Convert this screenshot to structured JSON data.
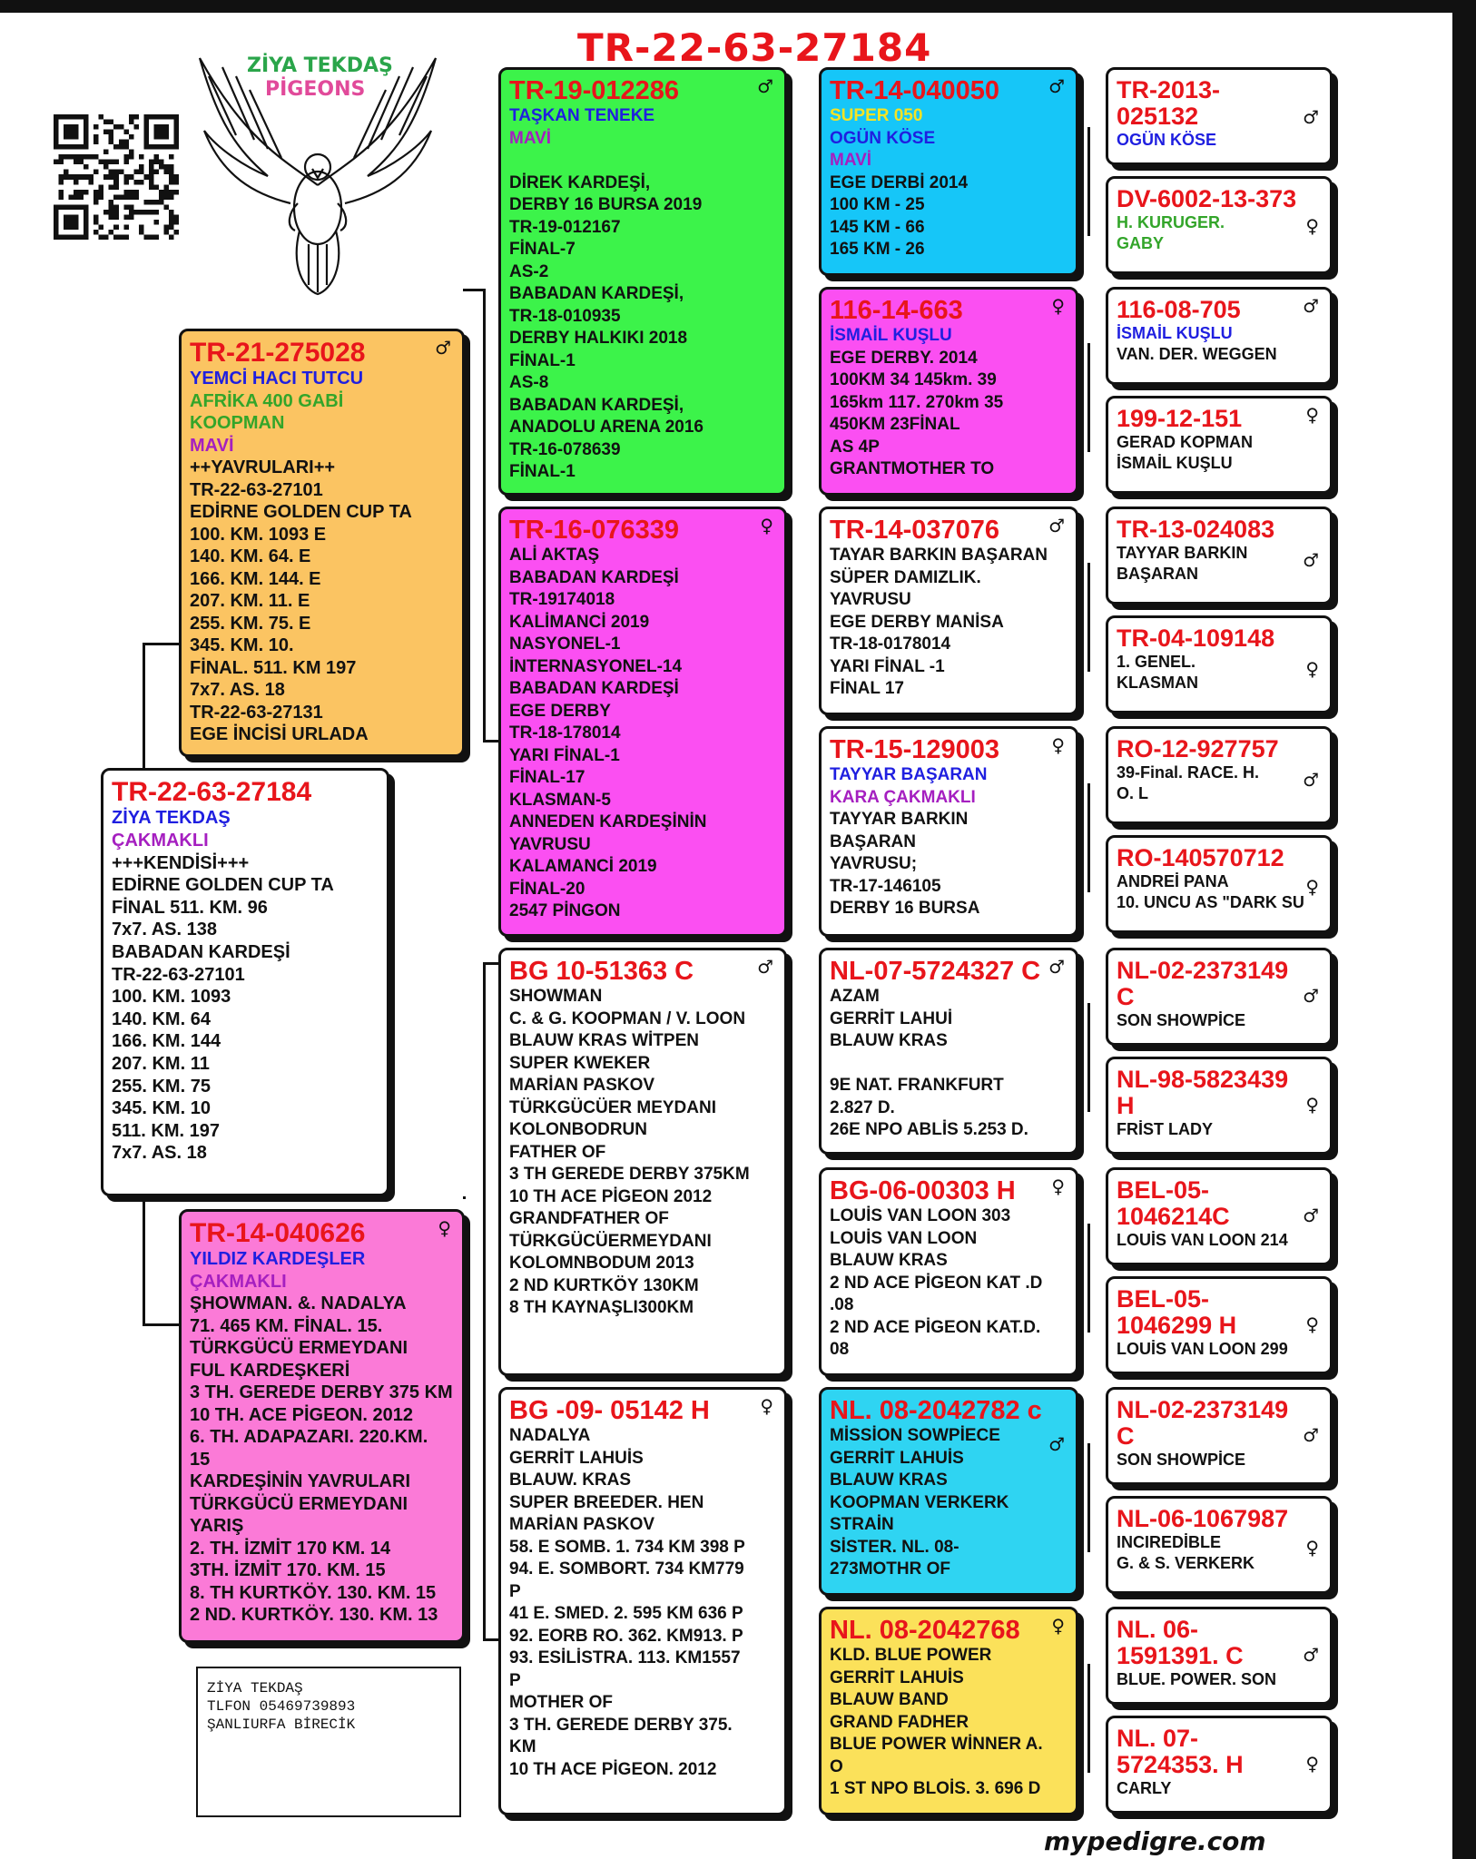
{
  "title": "TR-22-63-27184",
  "logo": {
    "line1": "ZİYA TEKDAŞ",
    "line2": "PİGEONS",
    "icon": "eagle-icon"
  },
  "qr_icon": "qr-code-icon",
  "contact": {
    "name": "ZİYA TEKDAŞ",
    "phone": "TLFON 05469739893",
    "city": "ŞANLIURFA BİRECİK"
  },
  "footer": "mypedigre.com",
  "colors": {
    "red": "#e8151b",
    "blue": "#1f1fe0",
    "purple": "#a51fc0",
    "green_text": "#33a52a"
  },
  "cards": {
    "subject": {
      "id": "TR-22-63-27184",
      "lines": [
        "ZİYA TEKDAŞ",
        "ÇAKMAKLI",
        "+++KENDİSİ+++",
        "EDİRNE GOLDEN CUP TA",
        "FİNAL 511. KM. 96",
        "7x7. AS. 138",
        "BABADAN KARDEŞİ",
        "TR-22-63-27101",
        "100. KM. 1093",
        "140. KM. 64",
        "166. KM. 144",
        "207. KM. 11",
        "255. KM. 75",
        "345. KM. 10",
        "511. KM. 197",
        "7x7. AS. 18"
      ]
    },
    "sire": {
      "id": "TR-21-275028",
      "sex": "♂",
      "lines": [
        "YEMCİ HACI TUTCU",
        "AFRİKA 400 GABİ",
        "KOOPMAN",
        "MAVİ",
        "++YAVRULARI++",
        "TR-22-63-27101",
        "EDİRNE GOLDEN CUP TA",
        "100. KM. 1093 E",
        "140. KM. 64. E",
        "166. KM. 144. E",
        "207. KM. 11. E",
        "255. KM. 75. E",
        "345. KM. 10.",
        "FİNAL. 511. KM 197",
        "7x7. AS. 18",
        "TR-22-63-27131",
        "EGE İNCİSİ URLADA"
      ]
    },
    "dam": {
      "id": "TR-14-040626",
      "sex": "♀",
      "lines": [
        "YILDIZ KARDEŞLER",
        "ÇAKMAKLI",
        "ŞHOWMAN. &. NADALYA",
        "71. 465 KM. FİNAL. 15.",
        "TÜRKGÜCÜ ERMEYDANI",
        "FUL KARDEŞKERİ",
        "3 TH. GEREDE DERBY 375 KM",
        "10 TH. ACE PİGEON. 2012",
        "6. TH. ADAPAZARI. 220.KM.",
        "15",
        "KARDEŞİNİN YAVRULARI",
        "TÜRKGÜCÜ ERMEYDANI",
        "YARIŞ",
        "2. TH. İZMİT 170 KM. 14",
        "3TH. İZMİT 170. KM. 15",
        "8. TH KURTKÖY. 130. KM. 15",
        "2 ND. KURTKÖY. 130. KM. 13"
      ]
    },
    "ss": {
      "id": "TR-19-012286",
      "sex": "♂",
      "lines": [
        "TAŞKAN TENEKE",
        "MAVİ",
        "",
        "DİREK KARDEŞİ,",
        "DERBY 16 BURSA 2019",
        "TR-19-012167",
        "FİNAL-7",
        "AS-2",
        "BABADAN KARDEŞİ,",
        "TR-18-010935",
        "DERBY HALKIKI 2018",
        "FİNAL-1",
        "AS-8",
        "BABADAN KARDEŞİ,",
        "ANADOLU ARENA 2016",
        "TR-16-078639",
        "FİNAL-1"
      ]
    },
    "sd": {
      "id": "TR-16-076339",
      "sex": "♀",
      "lines": [
        "ALİ AKTAŞ",
        "BABADAN KARDEŞİ",
        "TR-19174018",
        "KALİMANCİ 2019",
        "NASYONEL-1",
        "İNTERNASYONEL-14",
        "BABADAN KARDEŞİ",
        "EGE DERBY",
        "TR-18-178014",
        "YARI FİNAL-1",
        "FİNAL-17",
        "KLASMAN-5",
        "ANNEDEN KARDEŞİNİN",
        "YAVRUSU",
        "KALAMANCİ 2019",
        "FİNAL-20",
        "2547 PİNGON"
      ]
    },
    "ds": {
      "id": "BG 10-51363 C",
      "sex": "♂",
      "lines": [
        "SHOWMAN",
        "C. & G. KOOPMAN / V. LOON",
        "BLAUW KRAS WİTPEN",
        "SUPER KWEKER",
        "MARİAN PASKOV",
        "TÜRKGÜCÜER MEYDANI",
        "KOLONBODRUN",
        "FATHER OF",
        "3 TH GEREDE DERBY 375KM",
        "10 TH ACE PİGEON 2012",
        "GRANDFATHER OF",
        "TÜRKGÜCÜERMEYDANI",
        "KOLOMNBODUM 2013",
        "2 ND KURTKÖY 130KM",
        "8 TH KAYNAŞLI300KM"
      ]
    },
    "dd": {
      "id": "BG -09- 05142 H",
      "sex": "♀",
      "lines": [
        "NADALYA",
        "GERRİT LAHUİS",
        "BLAUW. KRAS",
        "SUPER BREEDER. HEN",
        "MARİAN PASKOV",
        "58. E SOMB. 1. 734 KM 398 P",
        "94. E. SOMBORT. 734 KM779",
        "P",
        "41 E. SMED. 2. 595 KM 636 P",
        "92. EORB RO. 362. KM913. P",
        "93. ESİLİSTRA. 113. KM1557",
        "P",
        "MOTHER OF",
        "3 TH. GEREDE DERBY 375.",
        "KM",
        "10 TH ACE PİGEON. 2012"
      ]
    },
    "sss": {
      "id": "TR-14-040050",
      "sex": "♂",
      "lines": [
        "SUPER 050",
        "OGÜN KÖSE",
        "MAVİ",
        "EGE DERBİ 2014",
        "100 KM - 25",
        "145 KM - 66",
        "165 KM - 26"
      ]
    },
    "ssd": {
      "id": "116-14-663",
      "sex": "♀",
      "lines": [
        "İSMAİL KUŞLU",
        "EGE DERBY. 2014",
        "100KM 34 145km. 39",
        "165km 117. 270km 35",
        "450KM 23FİNAL",
        "AS 4P",
        "GRANTMOTHER TO"
      ]
    },
    "sds": {
      "id": "TR-14-037076",
      "sex": "♂",
      "lines": [
        "TAYAR BARKIN BAŞARAN",
        "SÜPER DAMIZLIK.",
        "YAVRUSU",
        "EGE DERBY MANİSA",
        "TR-18-0178014",
        " YARI FİNAL -1",
        "FİNAL 17"
      ]
    },
    "sdd": {
      "id": "TR-15-129003",
      "sex": "♀",
      "lines": [
        "TAYYAR BAŞARAN",
        "KARA ÇAKMAKLI",
        "TAYYAR BARKIN",
        "BAŞARAN",
        "YAVRUSU;",
        "TR-17-146105",
        "DERBY 16 BURSA"
      ]
    },
    "dss": {
      "id": "NL-07-5724327 C",
      "sex": "♂",
      "lines": [
        "AZAM",
        "GERRİT LAHUİ",
        "BLAUW KRAS",
        "",
        "9E NAT. FRANKFURT",
        "2.827 D.",
        "26E NPO ABLİS 5.253 D."
      ]
    },
    "dsd": {
      "id": "BG-06-00303 H",
      "sex": "♀",
      "lines": [
        "LOUİS VAN LOON 303",
        "LOUİS VAN LOON",
        "BLAUW KRAS",
        "2 ND ACE PİGEON KAT .D",
        ".08",
        "2 ND ACE PİGEON KAT.D.",
        "08"
      ]
    },
    "dds": {
      "id": "NL. 08-2042782 c",
      "sex": "♂",
      "lines": [
        "MİSSİON SOWPİECE",
        "GERRİT LAHUİS",
        "BLAUW KRAS",
        "KOOPMAN VERKERK",
        "STRAİN",
        "SİSTER. NL. 08-",
        "273MOTHR OF"
      ]
    },
    "ddd": {
      "id": "NL. 08-2042768",
      "sex": "♀",
      "lines": [
        "KLD. BLUE POWER",
        "GERRİT LAHUİS",
        "BLAUW BAND",
        "GRAND FADHER",
        "BLUE POWER WİNNER A.",
        "O",
        "1 ST NPO BLOİS. 3. 696 D"
      ]
    },
    "g5_1": {
      "id": "TR-2013-\n025132",
      "sex": "♂",
      "lines": [
        "OGÜN KÖSE"
      ]
    },
    "g5_2": {
      "id": "DV-6002-13-373",
      "sex": "♀",
      "lines": [
        "H. KURUGER.",
        "GABY"
      ]
    },
    "g5_3": {
      "id": "116-08-705",
      "sex": "♂",
      "lines": [
        "İSMAİL KUŞLU",
        "VAN. DER. WEGGEN"
      ]
    },
    "g5_4": {
      "id": "199-12-151",
      "sex": "♀",
      "lines": [
        "GERAD KOPMAN",
        "İSMAİL KUŞLU"
      ]
    },
    "g5_5": {
      "id": "TR-13-024083",
      "sex": "♂",
      "lines": [
        "TAYYAR BARKIN",
        "BAŞARAN"
      ]
    },
    "g5_6": {
      "id": "TR-04-109148",
      "sex": "♀",
      "lines": [
        "1. GENEL.",
        "KLASMAN"
      ]
    },
    "g5_7": {
      "id": "RO-12-927757",
      "sex": "♂",
      "lines": [
        "39-Final. RACE. H.",
        "O. L"
      ]
    },
    "g5_8": {
      "id": "RO-140570712",
      "sex": "♀",
      "lines": [
        "ANDREİ PANA",
        "10. UNCU AS \"DARK SU"
      ]
    },
    "g5_9": {
      "id": "NL-02-2373149\nC",
      "sex": "♂",
      "lines": [
        "SON SHOWPİCE"
      ]
    },
    "g5_10": {
      "id": "NL-98-5823439\nH",
      "sex": "♀",
      "lines": [
        "FRİST LADY"
      ]
    },
    "g5_11": {
      "id": "BEL-05-\n1046214C",
      "sex": "♂",
      "lines": [
        "LOUİS VAN LOON 214"
      ]
    },
    "g5_12": {
      "id": "BEL-05-\n1046299 H",
      "sex": "♀",
      "lines": [
        "LOUİS VAN LOON 299"
      ]
    },
    "g5_13": {
      "id": "NL-02-2373149\nC",
      "sex": "♂",
      "lines": [
        "SON SHOWPİCE"
      ]
    },
    "g5_14": {
      "id": "NL-06-1067987",
      "sex": "♀",
      "lines": [
        "INCIREDİBLE",
        "G. & S. VERKERK"
      ]
    },
    "g5_15": {
      "id": "NL. 06-\n1591391. C",
      "sex": "♂",
      "lines": [
        "BLUE. POWER. SON"
      ]
    },
    "g5_16": {
      "id": "NL. 07-\n5724353. H",
      "sex": "♀",
      "lines": [
        "CARLY"
      ]
    }
  }
}
